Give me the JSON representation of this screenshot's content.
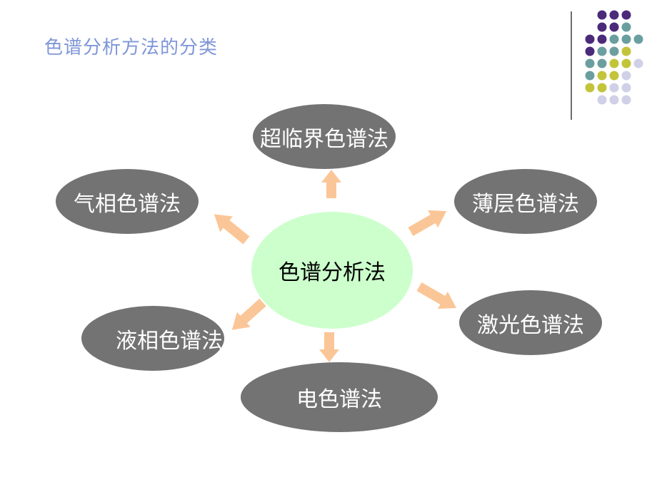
{
  "title": "色谱分析方法的分类",
  "center": {
    "label": "色谱分析法",
    "color": "#ccffcc"
  },
  "methods": [
    {
      "id": "supercritical",
      "label": "超临界色谱法"
    },
    {
      "id": "gas",
      "label": "气相色谱法"
    },
    {
      "id": "thin-layer",
      "label": "薄层色谱法"
    },
    {
      "id": "liquid",
      "label": "液相色谱法"
    },
    {
      "id": "laser",
      "label": "激光色谱法"
    },
    {
      "id": "electro",
      "label": "电色谱法"
    }
  ],
  "colors": {
    "title": "#7f96d8",
    "node_fill": "#737373",
    "node_text": "#ffffff",
    "arrow": "#fbc697",
    "dot_purple": "#4b2a7a",
    "dot_teal": "#6b9f9f",
    "dot_yellow": "#c3c43a",
    "dot_lavender": "#d0d0e8"
  }
}
